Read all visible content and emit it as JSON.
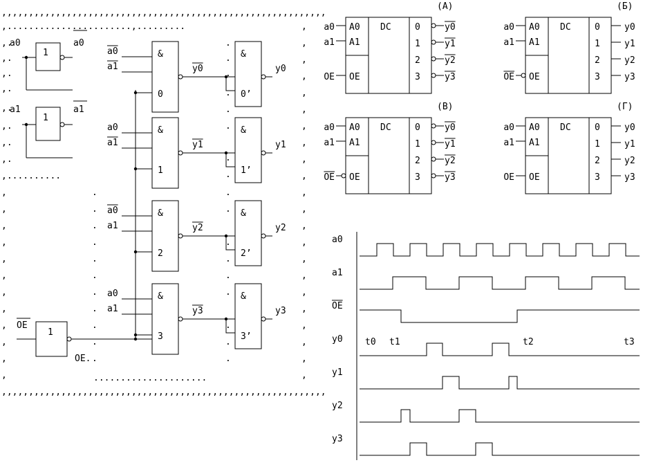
{
  "schematic": {
    "not_symbol": "1",
    "and_symbol": "&",
    "inv_inputs": [
      {
        "in": "a0",
        "out": "a0",
        "out_bar": true
      },
      {
        "in": "a1",
        "out": "a1",
        "out_bar": true
      }
    ],
    "and_gates": [
      {
        "in0": "a0",
        "in0_bar": true,
        "in1": "a1",
        "in1_bar": true,
        "num": "0",
        "out": "y0",
        "out_bar": true,
        "gate2": "0’",
        "y": "y0"
      },
      {
        "in0": "a0",
        "in0_bar": false,
        "in1": "a1",
        "in1_bar": true,
        "num": "1",
        "out": "y1",
        "out_bar": true,
        "gate2": "1’",
        "y": "y1"
      },
      {
        "in0": "a0",
        "in0_bar": true,
        "in1": "a1",
        "in1_bar": false,
        "num": "2",
        "out": "y2",
        "out_bar": true,
        "gate2": "2’",
        "y": "y2"
      },
      {
        "in0": "a0",
        "in0_bar": false,
        "in1": "a1",
        "in1_bar": false,
        "num": "3",
        "out": "y3",
        "out_bar": true,
        "gate2": "3’",
        "y": "y3"
      }
    ],
    "oe_in": "OE",
    "oe_out": "OE."
  },
  "decoders": [
    {
      "label": "(А)",
      "title": "DC",
      "in0": "a0",
      "in1": "a1",
      "pin0": "A0",
      "pin1": "A1",
      "oe_in": "OE",
      "oe_in_bar": false,
      "oe_pin": "OE",
      "oe_pin_bubble": false,
      "outs": [
        "0",
        "1",
        "2",
        "3"
      ],
      "out_bubble": true,
      "y": [
        "y0",
        "y1",
        "y2",
        "y3"
      ],
      "y_bar": true
    },
    {
      "label": "(Б)",
      "title": "DC",
      "in0": "a0",
      "in1": "a1",
      "pin0": "A0",
      "pin1": "A1",
      "oe_in": "OE",
      "oe_in_bar": true,
      "oe_pin": "OE",
      "oe_pin_bubble": true,
      "outs": [
        "0",
        "1",
        "2",
        "3"
      ],
      "out_bubble": false,
      "y": [
        "y0",
        "y1",
        "y2",
        "y3"
      ],
      "y_bar": false
    },
    {
      "label": "(В)",
      "title": "DC",
      "in0": "a0",
      "in1": "a1",
      "pin0": "A0",
      "pin1": "A1",
      "oe_in": "OE",
      "oe_in_bar": true,
      "oe_pin": "OE",
      "oe_pin_bubble": true,
      "outs": [
        "0",
        "1",
        "2",
        "3"
      ],
      "out_bubble": true,
      "y": [
        "y0",
        "y1",
        "y2",
        "y3"
      ],
      "y_bar": true
    },
    {
      "label": "(Г)",
      "title": "DC",
      "in0": "a0",
      "in1": "a1",
      "pin0": "A0",
      "pin1": "A1",
      "oe_in": "OE",
      "oe_in_bar": false,
      "oe_pin": "OE",
      "oe_pin_bubble": false,
      "outs": [
        "0",
        "1",
        "2",
        "3"
      ],
      "out_bubble": false,
      "y": [
        "y0",
        "y1",
        "y2",
        "y3"
      ],
      "y_bar": false
    }
  ],
  "timing": {
    "signals": [
      {
        "name": "a0",
        "bar": false
      },
      {
        "name": "a1",
        "bar": false
      },
      {
        "name": "OE",
        "bar": true
      },
      {
        "name": "y0",
        "bar": false
      },
      {
        "name": "y1",
        "bar": false
      },
      {
        "name": "y2",
        "bar": false
      },
      {
        "name": "y3",
        "bar": false
      }
    ],
    "markers": [
      "t0",
      "t1",
      "t2",
      "t3"
    ]
  }
}
